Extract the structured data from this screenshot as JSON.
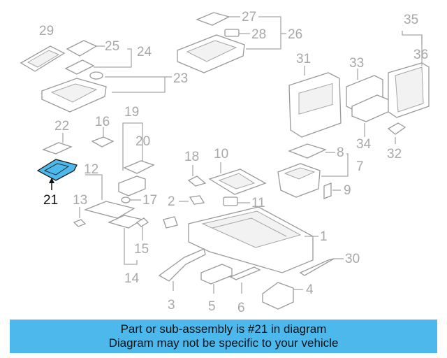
{
  "diagram": {
    "highlight_color": "#4db8ec",
    "callouts": {
      "c1": "1",
      "c2": "2",
      "c3": "3",
      "c4": "4",
      "c5": "5",
      "c6": "6",
      "c7": "7",
      "c8": "8",
      "c9": "9",
      "c10": "10",
      "c11": "11",
      "c12": "12",
      "c13": "13",
      "c14": "14",
      "c15": "15",
      "c16": "16",
      "c17": "17",
      "c18": "18",
      "c19": "19",
      "c20": "20",
      "c21": "21",
      "c22": "22",
      "c23": "23",
      "c24": "24",
      "c25": "25",
      "c26": "26",
      "c27": "27",
      "c28": "28",
      "c29": "29",
      "c30": "30",
      "c31": "31",
      "c32": "32",
      "c33": "33",
      "c34": "34",
      "c35": "35",
      "c36": "36"
    }
  },
  "banner": {
    "background": "#4db8ec",
    "line1": "Part or sub-assembly is #21 in diagram",
    "line2": "Diagram may not be specific to your vehicle"
  }
}
